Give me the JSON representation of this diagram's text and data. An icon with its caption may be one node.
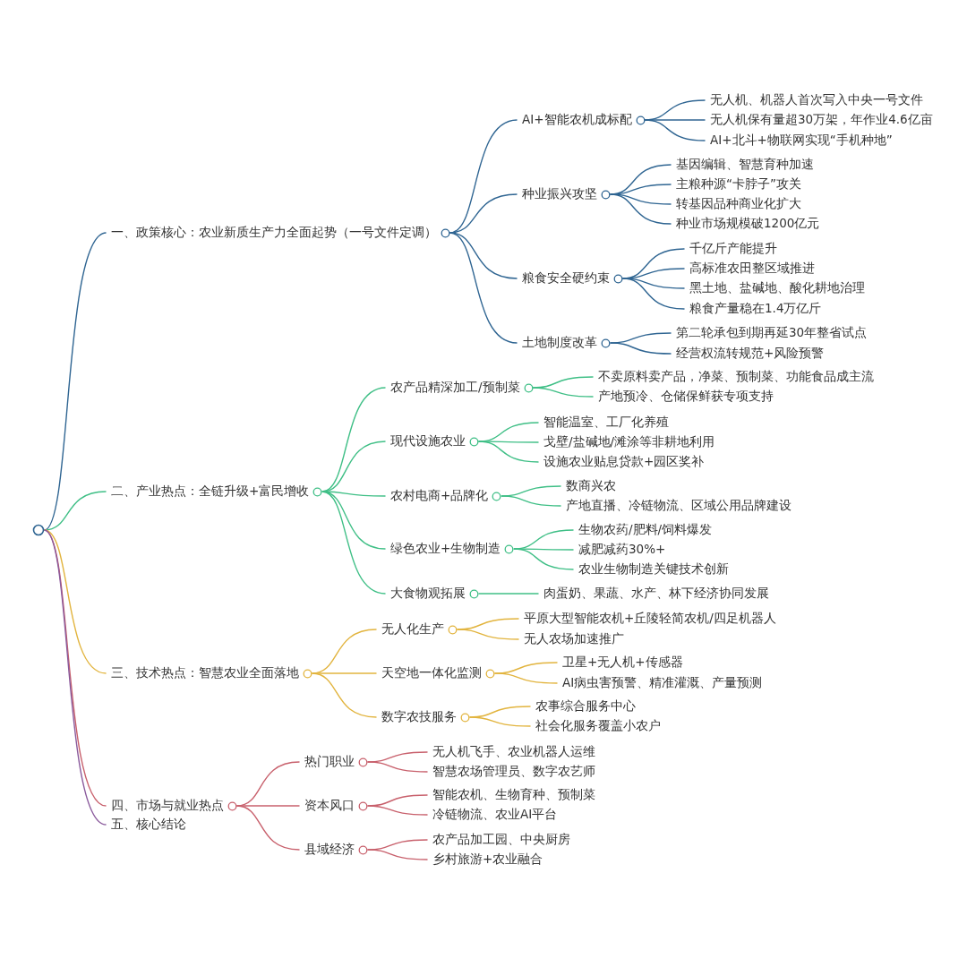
{
  "diagram": {
    "nodes": [
      {
        "text": [],
        "shape": "circle"
      },
      {
        "text": [
          "一、政策核心：农业新质生产力全面起势（一号文件定调）"
        ]
      },
      {
        "text": [
          "AI+智能农机成标配"
        ]
      },
      {
        "text": [
          "无人机、机器人首次写入中央一号文件"
        ]
      },
      {
        "text": [
          "无人机保有量超30万架，年作业4.6亿亩"
        ]
      },
      {
        "text": [
          "AI+北斗+物联网实现“手机种地”"
        ]
      },
      {
        "text": [
          "种业振兴攻坚"
        ]
      },
      {
        "text": [
          "基因编辑、智慧育种加速"
        ]
      },
      {
        "text": [
          "主粮种源“卡脖子”攻关"
        ]
      },
      {
        "text": [
          "转基因品种商业化扩大"
        ]
      },
      {
        "text": [
          "种业市场规模破1200亿元"
        ]
      },
      {
        "text": [
          "粮食安全硬约束"
        ]
      },
      {
        "text": [
          "千亿斤产能提升"
        ]
      },
      {
        "text": [
          "高标准农田整区域推进"
        ]
      },
      {
        "text": [
          "黑土地、盐碱地、酸化耕地治理"
        ]
      },
      {
        "text": [
          "粮食产量稳在1.4万亿斤"
        ]
      },
      {
        "text": [
          "土地制度改革"
        ]
      },
      {
        "text": [
          "第二轮承包到期再延30年整省试点"
        ]
      },
      {
        "text": [
          "经营权流转规范+风险预警"
        ]
      },
      {
        "text": [
          "二、产业热点：全链升级+富民增收"
        ]
      },
      {
        "text": [
          "农产品精深加工/预制菜"
        ]
      },
      {
        "text": [
          "不卖原料卖产品，净菜、预制菜、功能食品成主流"
        ]
      },
      {
        "text": [
          "产地预冷、仓储保鲜获专项支持"
        ]
      },
      {
        "text": [
          "现代设施农业"
        ]
      },
      {
        "text": [
          "智能温室、工厂化养殖"
        ]
      },
      {
        "text": [
          "戈壁/盐碱地/滩涂等非耕地利用"
        ]
      },
      {
        "text": [
          "设施农业贴息贷款+园区奖补"
        ]
      },
      {
        "text": [
          "农村电商+品牌化"
        ]
      },
      {
        "text": [
          "数商兴农"
        ]
      },
      {
        "text": [
          "产地直播、冷链物流、区域公用品牌建设"
        ]
      },
      {
        "text": [
          "绿色农业+生物制造"
        ]
      },
      {
        "text": [
          "生物农药/肥料/饲料爆发"
        ]
      },
      {
        "text": [
          "减肥减药30%+"
        ]
      },
      {
        "text": [
          "农业生物制造关键技术创新"
        ]
      },
      {
        "text": [
          "大食物观拓展"
        ]
      },
      {
        "text": [
          "肉蛋奶、果蔬、水产、林下经济协同发展"
        ]
      },
      {
        "text": [
          "三、技术热点：智慧农业全面落地"
        ]
      },
      {
        "text": [
          "无人化生产"
        ]
      },
      {
        "text": [
          "平原大型智能农机+丘陵轻简农机/四足机器人"
        ]
      },
      {
        "text": [
          "无人农场加速推广"
        ]
      },
      {
        "text": [
          "天空地一体化监测"
        ]
      },
      {
        "text": [
          "卫星+无人机+传感器"
        ]
      },
      {
        "text": [
          "AI病虫害预警、精准灌溉、产量预测"
        ]
      },
      {
        "text": [
          "数字农技服务"
        ]
      },
      {
        "text": [
          "农事综合服务中心"
        ]
      },
      {
        "text": [
          "社会化服务覆盖小农户"
        ]
      },
      {
        "text": [
          "四、市场与就业热点"
        ]
      },
      {
        "text": [
          "热门职业"
        ]
      },
      {
        "text": [
          "无人机飞手、农业机器人运维"
        ]
      },
      {
        "text": [
          "智慧农场管理员、数字农艺师"
        ]
      },
      {
        "text": [
          "资本风口"
        ]
      },
      {
        "text": [
          "智能农机、生物育种、预制菜"
        ]
      },
      {
        "text": [
          "冷链物流、农业AI平台"
        ]
      },
      {
        "text": [
          "县域经济"
        ]
      },
      {
        "text": [
          "农产品加工园、中央厨房"
        ]
      },
      {
        "text": [
          "乡村旅游+农业融合"
        ]
      },
      {
        "text": [
          "五、核心结论"
        ]
      }
    ],
    "edges": [
      {
        "from": 0,
        "to": 1,
        "arrow": "none",
        "color": "#2f6592"
      },
      {
        "from": 1,
        "to": 2,
        "arrow": "none",
        "color": "#2f6592"
      },
      {
        "from": 2,
        "to": 3,
        "arrow": "none",
        "color": "#2f6592"
      },
      {
        "from": 2,
        "to": 4,
        "arrow": "none",
        "color": "#2f6592"
      },
      {
        "from": 2,
        "to": 5,
        "arrow": "none",
        "color": "#2f6592"
      },
      {
        "from": 1,
        "to": 6,
        "arrow": "none",
        "color": "#2f6592"
      },
      {
        "from": 6,
        "to": 7,
        "arrow": "none",
        "color": "#2f6592"
      },
      {
        "from": 6,
        "to": 8,
        "arrow": "none",
        "color": "#2f6592"
      },
      {
        "from": 6,
        "to": 9,
        "arrow": "none",
        "color": "#2f6592"
      },
      {
        "from": 6,
        "to": 10,
        "arrow": "none",
        "color": "#2f6592"
      },
      {
        "from": 1,
        "to": 11,
        "arrow": "none",
        "color": "#2f6592"
      },
      {
        "from": 11,
        "to": 12,
        "arrow": "none",
        "color": "#2f6592"
      },
      {
        "from": 11,
        "to": 13,
        "arrow": "none",
        "color": "#2f6592"
      },
      {
        "from": 11,
        "to": 14,
        "arrow": "none",
        "color": "#2f6592"
      },
      {
        "from": 11,
        "to": 15,
        "arrow": "none",
        "color": "#2f6592"
      },
      {
        "from": 1,
        "to": 16,
        "arrow": "none",
        "color": "#2f6592"
      },
      {
        "from": 16,
        "to": 17,
        "arrow": "none",
        "color": "#2f6592"
      },
      {
        "from": 16,
        "to": 18,
        "arrow": "none",
        "color": "#2f6592"
      },
      {
        "from": 0,
        "to": 19,
        "arrow": "none",
        "color": "#3fbf86"
      },
      {
        "from": 19,
        "to": 20,
        "arrow": "none",
        "color": "#3fbf86"
      },
      {
        "from": 20,
        "to": 21,
        "arrow": "none",
        "color": "#3fbf86"
      },
      {
        "from": 20,
        "to": 22,
        "arrow": "none",
        "color": "#3fbf86"
      },
      {
        "from": 19,
        "to": 23,
        "arrow": "none",
        "color": "#3fbf86"
      },
      {
        "from": 23,
        "to": 24,
        "arrow": "none",
        "color": "#3fbf86"
      },
      {
        "from": 23,
        "to": 25,
        "arrow": "none",
        "color": "#3fbf86"
      },
      {
        "from": 23,
        "to": 26,
        "arrow": "none",
        "color": "#3fbf86"
      },
      {
        "from": 19,
        "to": 27,
        "arrow": "none",
        "color": "#3fbf86"
      },
      {
        "from": 27,
        "to": 28,
        "arrow": "none",
        "color": "#3fbf86"
      },
      {
        "from": 27,
        "to": 29,
        "arrow": "none",
        "color": "#3fbf86"
      },
      {
        "from": 19,
        "to": 30,
        "arrow": "none",
        "color": "#3fbf86"
      },
      {
        "from": 30,
        "to": 31,
        "arrow": "none",
        "color": "#3fbf86"
      },
      {
        "from": 30,
        "to": 32,
        "arrow": "none",
        "color": "#3fbf86"
      },
      {
        "from": 30,
        "to": 33,
        "arrow": "none",
        "color": "#3fbf86"
      },
      {
        "from": 19,
        "to": 34,
        "arrow": "none",
        "color": "#3fbf86"
      },
      {
        "from": 34,
        "to": 35,
        "arrow": "none",
        "color": "#3fbf86"
      },
      {
        "from": 0,
        "to": 36,
        "arrow": "none",
        "color": "#e2b43e"
      },
      {
        "from": 36,
        "to": 37,
        "arrow": "none",
        "color": "#e2b43e"
      },
      {
        "from": 37,
        "to": 38,
        "arrow": "none",
        "color": "#e2b43e"
      },
      {
        "from": 37,
        "to": 39,
        "arrow": "none",
        "color": "#e2b43e"
      },
      {
        "from": 36,
        "to": 40,
        "arrow": "none",
        "color": "#e2b43e"
      },
      {
        "from": 40,
        "to": 41,
        "arrow": "none",
        "color": "#e2b43e"
      },
      {
        "from": 40,
        "to": 42,
        "arrow": "none",
        "color": "#e2b43e"
      },
      {
        "from": 36,
        "to": 43,
        "arrow": "none",
        "color": "#e2b43e"
      },
      {
        "from": 43,
        "to": 44,
        "arrow": "none",
        "color": "#e2b43e"
      },
      {
        "from": 43,
        "to": 45,
        "arrow": "none",
        "color": "#e2b43e"
      },
      {
        "from": 0,
        "to": 46,
        "arrow": "none",
        "color": "#c8606c"
      },
      {
        "from": 46,
        "to": 47,
        "arrow": "none",
        "color": "#c8606c"
      },
      {
        "from": 47,
        "to": 48,
        "arrow": "none",
        "color": "#c8606c"
      },
      {
        "from": 47,
        "to": 49,
        "arrow": "none",
        "color": "#c8606c"
      },
      {
        "from": 46,
        "to": 50,
        "arrow": "none",
        "color": "#c8606c"
      },
      {
        "from": 50,
        "to": 51,
        "arrow": "none",
        "color": "#c8606c"
      },
      {
        "from": 50,
        "to": 52,
        "arrow": "none",
        "color": "#c8606c"
      },
      {
        "from": 46,
        "to": 53,
        "arrow": "none",
        "color": "#c8606c"
      },
      {
        "from": 53,
        "to": 54,
        "arrow": "none",
        "color": "#c8606c"
      },
      {
        "from": 53,
        "to": 55,
        "arrow": "none",
        "color": "#c8606c"
      },
      {
        "from": 0,
        "to": 56,
        "arrow": "none",
        "color": "#8a5a9c"
      }
    ]
  }
}
